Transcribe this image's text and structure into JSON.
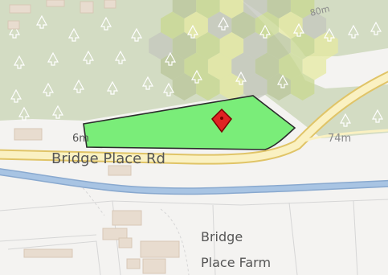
{
  "map": {
    "colors": {
      "land": "#f4f3f1",
      "woodland": "#d3dcc3",
      "woodland_symbol": "#ffffff",
      "hex_light": "#e6eaa0",
      "hex_mid": "#c8d88f",
      "hex_dark": "#b9c69a",
      "hex_grey": "#c4c7be",
      "road_casing": "#e0c467",
      "road_fill": "#faf1c2",
      "river": "#a8c4e3",
      "river_edge": "#89a9cf",
      "building": "#e8dccf",
      "building_edge": "#d7c7b6",
      "field_line": "#d6d6d6",
      "site_fill": "#6fed6f",
      "site_stroke": "#2c2c2c",
      "marker_fill": "#e02323",
      "marker_stroke": "#7a0000",
      "label_text": "#555555",
      "contour_label": "#8a8a8a"
    },
    "labels": {
      "road": "Bridge Place Rd",
      "place_line1": "Bridge",
      "place_line2": "Place Farm",
      "contour_left": "6",
      "contour_left_suffix": "m",
      "contour_right": "74m",
      "contour_top": "80m"
    },
    "icons": {
      "site_marker": "location-pin-icon",
      "woodland": "tree-icon"
    }
  }
}
